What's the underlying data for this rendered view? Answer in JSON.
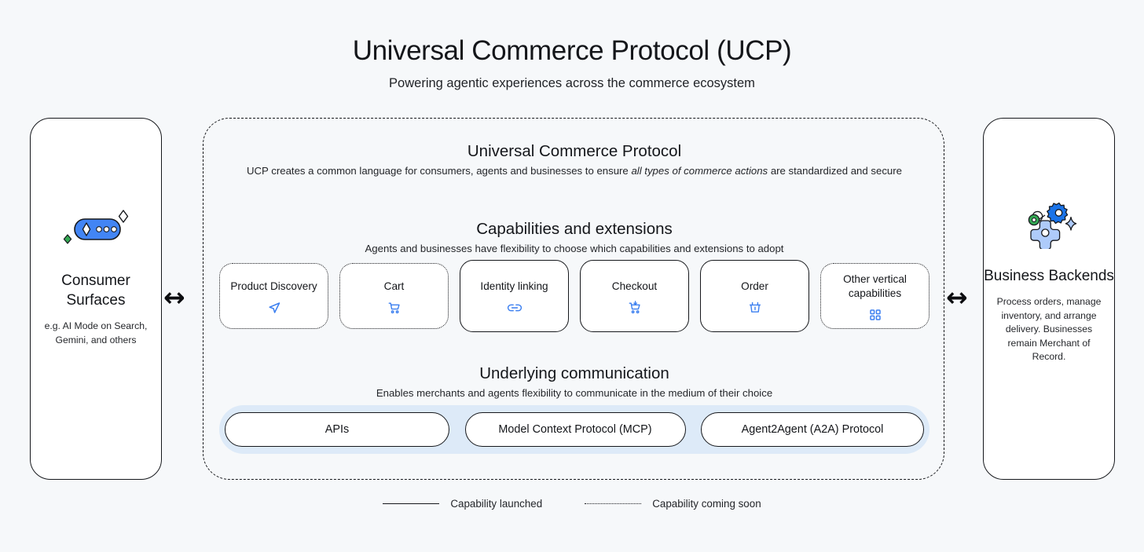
{
  "header": {
    "title": "Universal Commerce Protocol (UCP)",
    "subtitle": "Powering agentic experiences across the commerce ecosystem"
  },
  "left_panel": {
    "icon": "ai-sparkle-pill-icon",
    "title": "Consumer Surfaces",
    "description": "e.g. AI Mode on Search, Gemini, and others"
  },
  "right_panel": {
    "icon": "gears-sparkle-icon",
    "title": "Business Backends",
    "description": "Process orders, manage inventory, and arrange delivery. Businesses remain Merchant of Record."
  },
  "arrows": {
    "left": "↔",
    "right": "↔"
  },
  "ucp": {
    "title": "Universal Commerce Protocol",
    "desc_part1": "UCP creates a common language for consumers, agents and businesses to ensure ",
    "desc_italic": "all types of commerce actions",
    "desc_part2": " are standardized and secure"
  },
  "capabilities_section": {
    "title": "Capabilities and extensions",
    "subtitle": "Agents and businesses have flexibility to choose which capabilities and extensions to adopt",
    "items": [
      {
        "label": "Product Discovery",
        "status": "soon",
        "icon": "send-arrow-icon"
      },
      {
        "label": "Cart",
        "status": "soon",
        "icon": "shopping-cart-icon"
      },
      {
        "label": "Identity linking",
        "status": "launched",
        "icon": "link-icon"
      },
      {
        "label": "Checkout",
        "status": "launched",
        "icon": "cart-checkout-icon"
      },
      {
        "label": "Order",
        "status": "launched",
        "icon": "basket-icon"
      },
      {
        "label": "Other vertical capabilities",
        "status": "soon",
        "icon": "grid-dots-icon"
      }
    ]
  },
  "communication_section": {
    "title": "Underlying communication",
    "subtitle": "Enables merchants and agents flexibility to communicate in the medium of their choice",
    "items": [
      {
        "label": "APIs"
      },
      {
        "label": "Model Context Protocol (MCP)"
      },
      {
        "label": "Agent2Agent (A2A) Protocol"
      }
    ]
  },
  "legend": {
    "launched": "Capability launched",
    "coming_soon": "Capability coming soon"
  },
  "colors": {
    "background": "#f6f8fa",
    "accent_blue": "#4285f4",
    "icon_blue": "#3b7ff0",
    "green": "#34a853",
    "pill_container": "#ddeaf8",
    "stroke": "#16181c"
  }
}
